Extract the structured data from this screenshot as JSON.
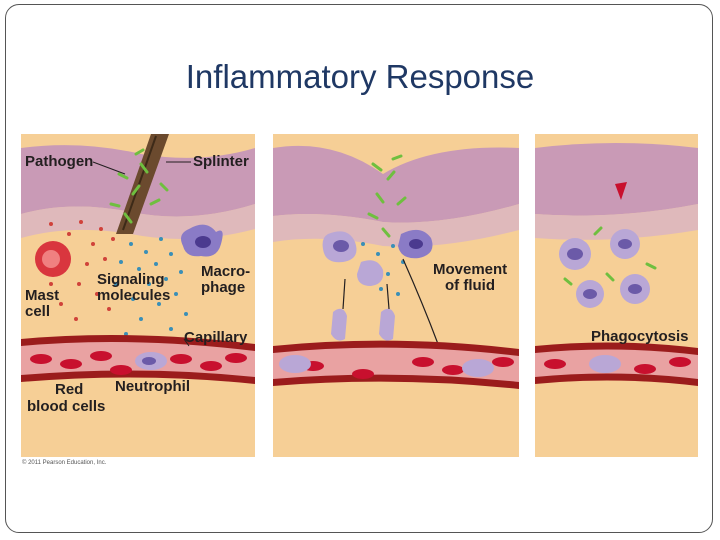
{
  "slide": {
    "title": "Inflammatory Response",
    "copyright": "© 2011 Pearson Education, Inc."
  },
  "labels": {
    "pathogen": "Pathogen",
    "splinter": "Splinter",
    "signaling_1": "Signaling",
    "signaling_2": "molecules",
    "macro_1": "Macro-",
    "macro_2": "phage",
    "mast_1": "Mast",
    "mast_2": "cell",
    "capillary": "Capillary",
    "red_1": "Red",
    "red_2": "blood cells",
    "neutrophil": "Neutrophil",
    "movement_1": "Movement",
    "movement_2": "of fluid",
    "phagocytosis": "Phagocytosis"
  },
  "colors": {
    "title": "#1f3864",
    "tissue": "#f6cf96",
    "skin_surface": "#c99ab6",
    "vessel": "#9b1c1c",
    "red_cell": "#c8102e",
    "leukocyte": "#b9a7d6",
    "bacteria": "#6fbf3f"
  }
}
